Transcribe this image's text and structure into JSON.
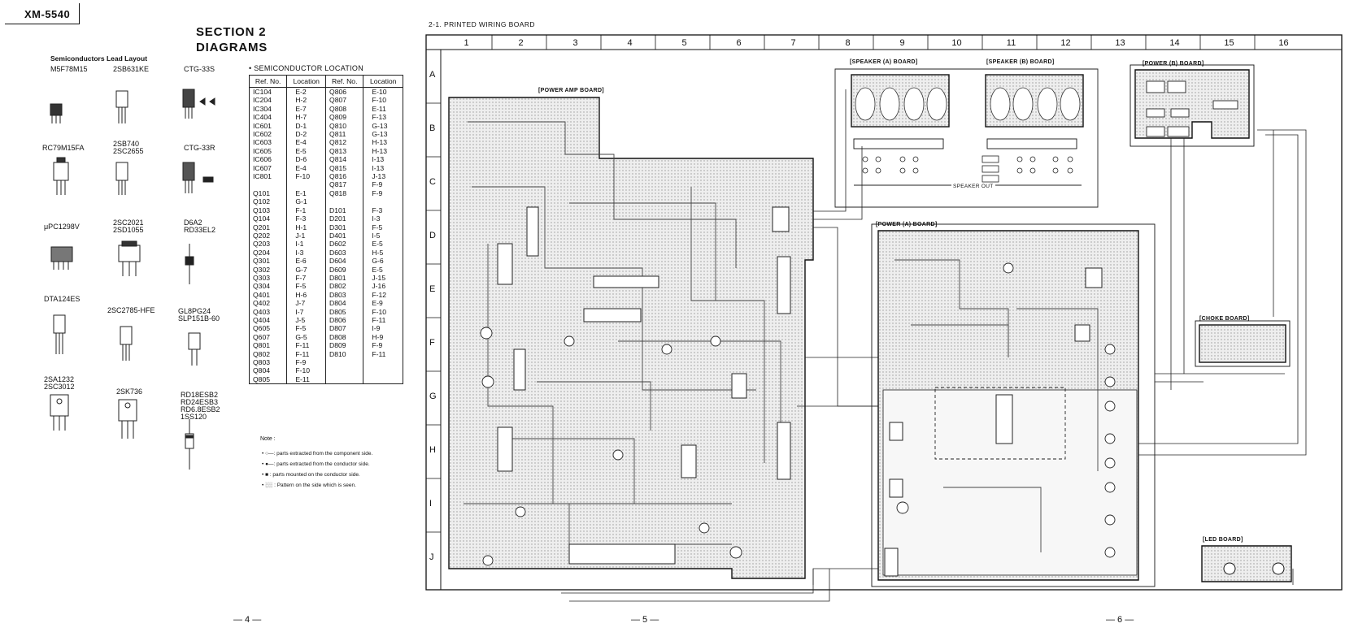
{
  "header": {
    "model": "XM-5540",
    "section_line1": "SECTION 2",
    "section_line2": "DIAGRAMS"
  },
  "semiconductor_leads": {
    "title": "Semiconductors Lead Layout",
    "parts": [
      "M5F78M15",
      "2SB631KE",
      "CTG-33S",
      "RC79M15FA",
      "2SB740",
      "2SC2655",
      "CTG-33R",
      "μPC1298V",
      "2SC2021",
      "2SD1055",
      "D6A2",
      "RD33EL2",
      "DTA124ES",
      "2SC2785-HFE",
      "GL8PG24",
      "SLP151B-60",
      "2SA1232",
      "2SC3012",
      "2SK736",
      "RD18ESB2",
      "RD24ESB3",
      "RD6.8ESB2",
      "1SS120"
    ]
  },
  "semiconductor_location": {
    "title": "• SEMICONDUCTOR LOCATION",
    "headers": [
      "Ref. No.",
      "Location",
      "Ref. No.",
      "Location"
    ],
    "rows": [
      [
        "IC104",
        "E-2",
        "Q806",
        "E-10"
      ],
      [
        "IC204",
        "H-2",
        "Q807",
        "F-10"
      ],
      [
        "IC304",
        "E-7",
        "Q808",
        "E-11"
      ],
      [
        "IC404",
        "H-7",
        "Q809",
        "F-13"
      ],
      [
        "IC601",
        "D-1",
        "Q810",
        "G-13"
      ],
      [
        "IC602",
        "D-2",
        "Q811",
        "G-13"
      ],
      [
        "IC603",
        "E-4",
        "Q812",
        "H-13"
      ],
      [
        "IC605",
        "E-5",
        "Q813",
        "H-13"
      ],
      [
        "IC606",
        "D-6",
        "Q814",
        "I-13"
      ],
      [
        "IC607",
        "E-4",
        "Q815",
        "I-13"
      ],
      [
        "IC801",
        "F-10",
        "Q816",
        "J-13"
      ],
      [
        "",
        "",
        "Q817",
        "F-9"
      ],
      [
        "Q101",
        "E-1",
        "Q818",
        "F-9"
      ],
      [
        "Q102",
        "G-1",
        "",
        ""
      ],
      [
        "Q103",
        "F-1",
        "D101",
        "F-3"
      ],
      [
        "Q104",
        "F-3",
        "D201",
        "I-3"
      ],
      [
        "Q201",
        "H-1",
        "D301",
        "F-5"
      ],
      [
        "Q202",
        "J-1",
        "D401",
        "I-5"
      ],
      [
        "Q203",
        "I-1",
        "D602",
        "E-5"
      ],
      [
        "Q204",
        "I-3",
        "D603",
        "H-5"
      ],
      [
        "Q301",
        "E-6",
        "D604",
        "G-6"
      ],
      [
        "Q302",
        "G-7",
        "D609",
        "E-5"
      ],
      [
        "Q303",
        "F-7",
        "D801",
        "J-15"
      ],
      [
        "Q304",
        "F-5",
        "D802",
        "J-16"
      ],
      [
        "Q401",
        "H-6",
        "D803",
        "F-12"
      ],
      [
        "Q402",
        "J-7",
        "D804",
        "E-9"
      ],
      [
        "Q403",
        "I-7",
        "D805",
        "F-10"
      ],
      [
        "Q404",
        "J-5",
        "D806",
        "F-11"
      ],
      [
        "Q605",
        "F-5",
        "D807",
        "I-9"
      ],
      [
        "Q607",
        "G-5",
        "D808",
        "H-9"
      ],
      [
        "Q801",
        "F-11",
        "D809",
        "F-9"
      ],
      [
        "Q802",
        "F-11",
        "D810",
        "F-11"
      ],
      [
        "Q803",
        "F-9",
        "",
        ""
      ],
      [
        "Q804",
        "F-10",
        "",
        ""
      ],
      [
        "Q805",
        "E-11",
        "",
        ""
      ]
    ]
  },
  "notes": {
    "title": "Note :",
    "items": [
      "• ○—: parts extracted from the component side.",
      "• ●—: parts extracted from the conductor side.",
      "• ■ : parts mounted on the conductor side.",
      "• ░░ : Pattern on the side which is seen."
    ]
  },
  "pwb": {
    "title": "2-1. PRINTED WIRING BOARD",
    "columns": [
      "1",
      "2",
      "3",
      "4",
      "5",
      "6",
      "7",
      "8",
      "9",
      "10",
      "11",
      "12",
      "13",
      "14",
      "15",
      "16"
    ],
    "rows": [
      "A",
      "B",
      "C",
      "D",
      "E",
      "F",
      "G",
      "H",
      "I",
      "J"
    ],
    "boards": {
      "power_amp": "[POWER AMP BOARD]",
      "speaker_a": "[SPEAKER (A) BOARD]",
      "speaker_b": "[SPEAKER (B) BOARD]",
      "power_b": "[POWER (B) BOARD]",
      "power_a": "[POWER (A) BOARD]",
      "choke": "[CHOKE BOARD]",
      "led": "[LED BOARD]"
    },
    "speaker_out": "SPEAKER OUT"
  },
  "pages": [
    "— 4 —",
    "— 5 —",
    "— 6 —"
  ]
}
